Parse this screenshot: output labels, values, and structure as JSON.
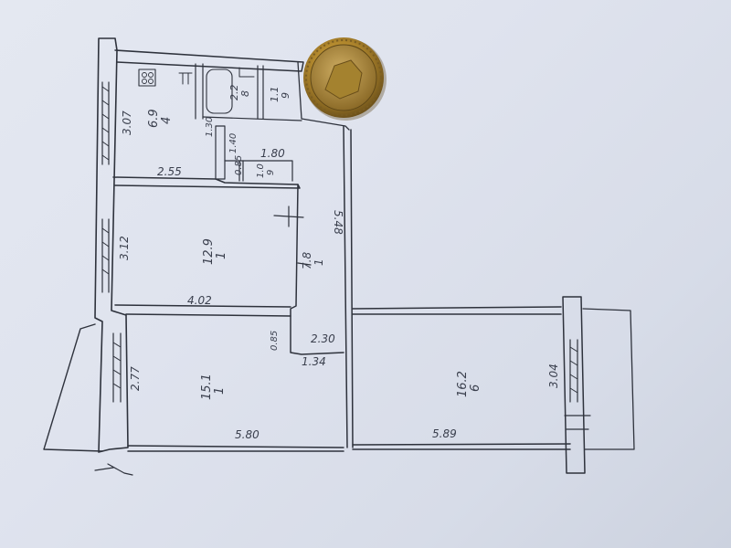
{
  "floor_plan": {
    "dimensions": {
      "kitchen_w": "2.55",
      "corridor_w": "1.80",
      "hall_w": "4.02",
      "door_w": "2.30",
      "passage_w": "1.34",
      "room2_w": "5.80",
      "room3_w": "5.89",
      "hall_left": "3.12",
      "room2_left": "2.77",
      "kitchen_left": "3.07",
      "hall_right": "5.48",
      "room3_right": "3.04",
      "small_a": "1.30",
      "small_b": "1.40",
      "small_c": "0.85",
      "small_d": "0.85"
    },
    "rooms": [
      {
        "id": "kitchen",
        "area": "6.9",
        "num": "4"
      },
      {
        "id": "bath",
        "area": "2.2",
        "num": "8"
      },
      {
        "id": "wc",
        "area": "1.1",
        "num": "9"
      },
      {
        "id": "hall_room",
        "area": "12.9",
        "num": "1"
      },
      {
        "id": "corridor",
        "area": "7.8",
        "num": "1"
      },
      {
        "id": "storage",
        "area": "1.0",
        "num": "9"
      },
      {
        "id": "room_left",
        "area": "15.1",
        "num": "1"
      },
      {
        "id": "room_right",
        "area": "16.2",
        "num": "6"
      }
    ]
  },
  "coin": {
    "label": "coin"
  }
}
